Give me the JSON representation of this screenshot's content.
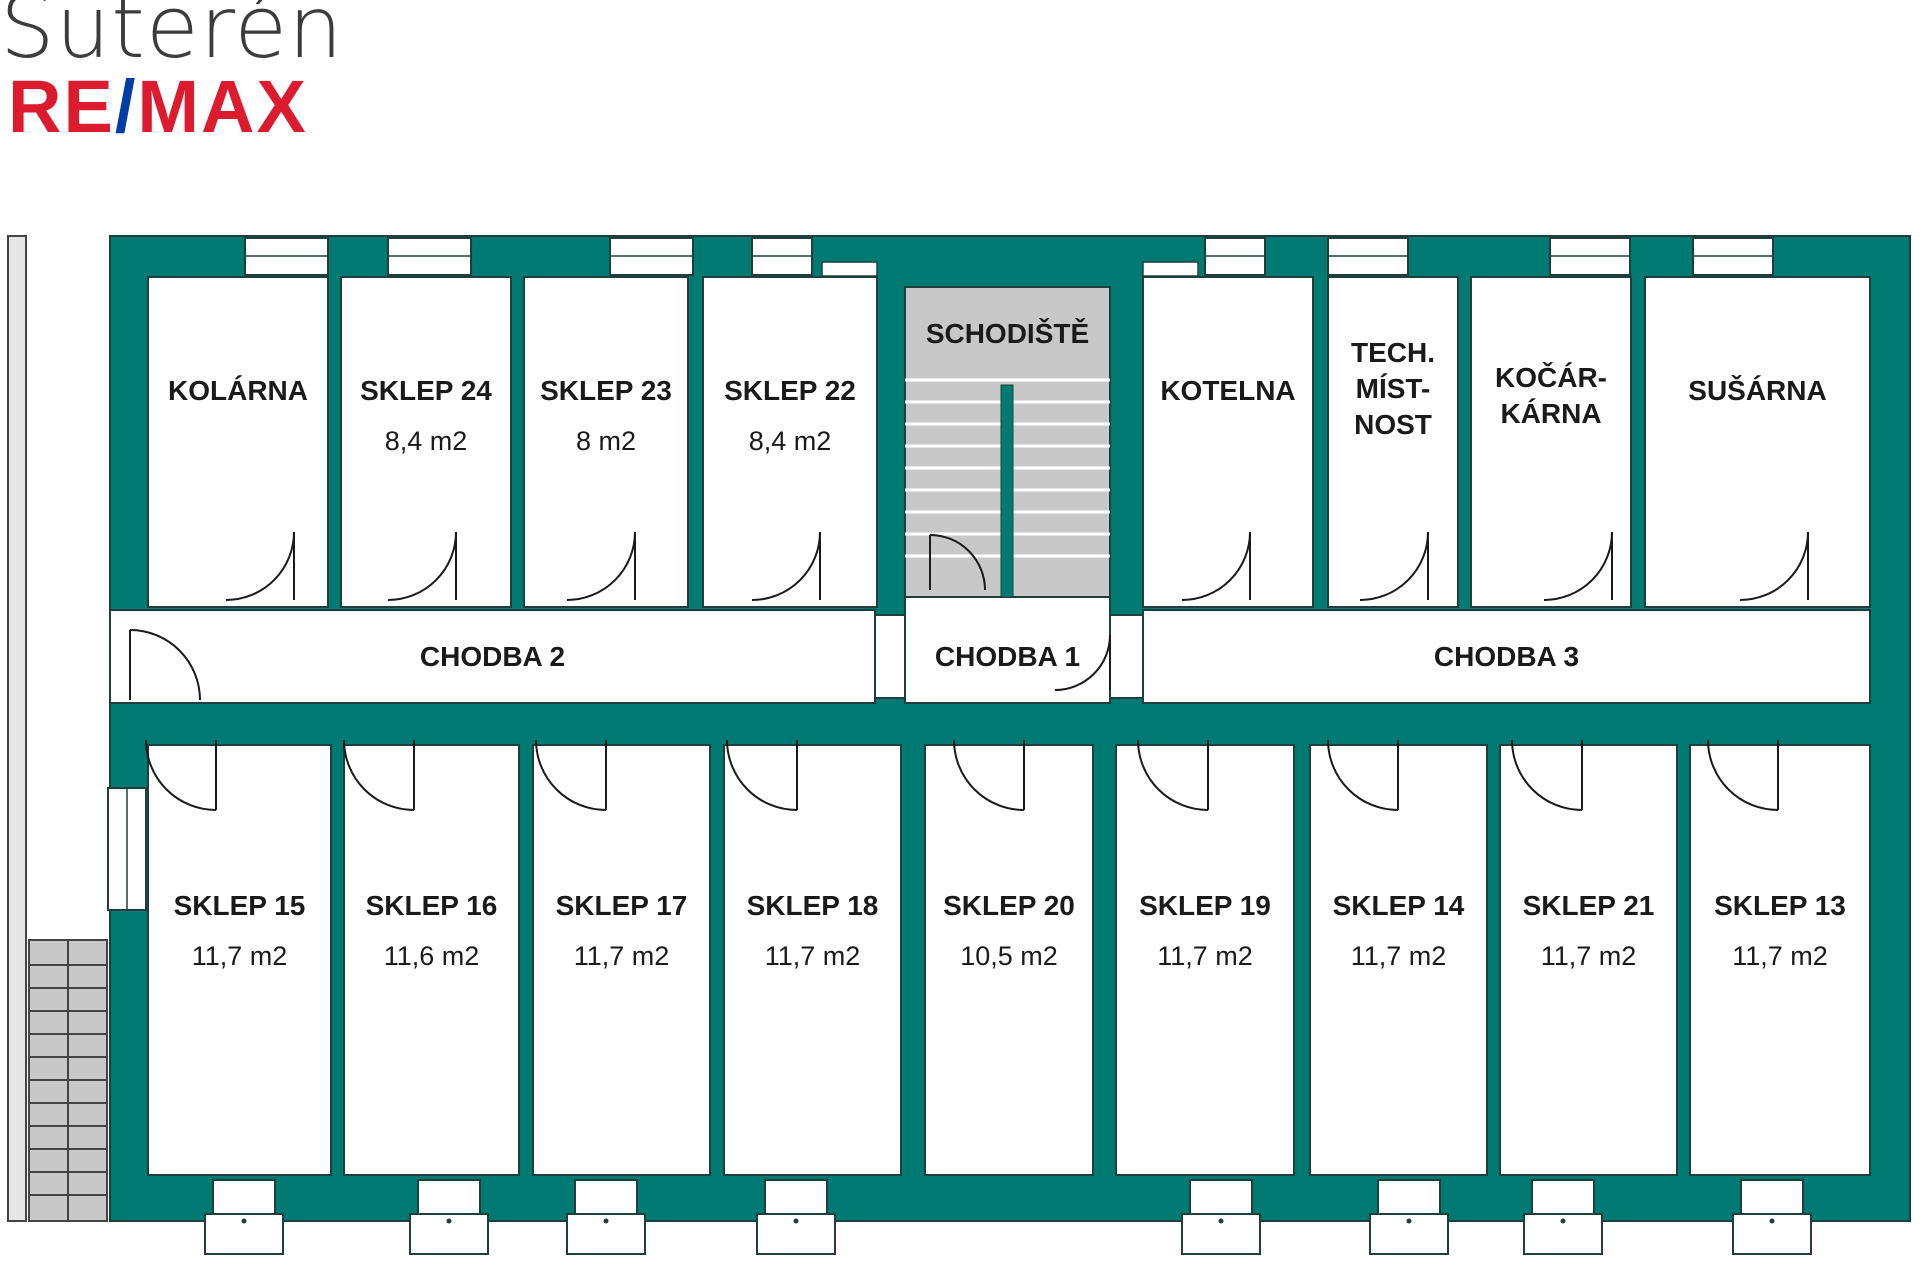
{
  "header": {
    "title": "Suterén",
    "brand": {
      "part1": "RE",
      "slash": "/",
      "part2": "MAX"
    }
  },
  "colors": {
    "wall": "#007a72",
    "room": "#ffffff",
    "stair": "#c8c8c8",
    "brand_red": "#dc1c2e",
    "brand_blue": "#003da5"
  },
  "rooms": [
    {
      "id": "kolarna",
      "lines": [
        "KOLÁRNA"
      ],
      "area": ""
    },
    {
      "id": "sklep-24",
      "lines": [
        "SKLEP 24"
      ],
      "area": "8,4 m2"
    },
    {
      "id": "sklep-23",
      "lines": [
        "SKLEP 23"
      ],
      "area": "8 m2"
    },
    {
      "id": "sklep-22",
      "lines": [
        "SKLEP 22"
      ],
      "area": "8,4 m2"
    },
    {
      "id": "schodiste",
      "lines": [
        "SCHODIŠTĚ"
      ],
      "area": ""
    },
    {
      "id": "kotelna",
      "lines": [
        "KOTELNA"
      ],
      "area": ""
    },
    {
      "id": "tech-mistnost",
      "lines": [
        "TECH.",
        "MÍST-",
        "NOST"
      ],
      "area": ""
    },
    {
      "id": "kocarkarna",
      "lines": [
        "KOČÁR-",
        "KÁRNA"
      ],
      "area": ""
    },
    {
      "id": "susarna",
      "lines": [
        "SUŠÁRNA"
      ],
      "area": ""
    },
    {
      "id": "chodba-2",
      "lines": [
        "CHODBA 2"
      ],
      "area": ""
    },
    {
      "id": "chodba-1",
      "lines": [
        "CHODBA 1"
      ],
      "area": ""
    },
    {
      "id": "chodba-3",
      "lines": [
        "CHODBA 3"
      ],
      "area": ""
    },
    {
      "id": "sklep-15",
      "lines": [
        "SKLEP 15"
      ],
      "area": "11,7 m2"
    },
    {
      "id": "sklep-16",
      "lines": [
        "SKLEP 16"
      ],
      "area": "11,6 m2"
    },
    {
      "id": "sklep-17",
      "lines": [
        "SKLEP 17"
      ],
      "area": "11,7 m2"
    },
    {
      "id": "sklep-18",
      "lines": [
        "SKLEP 18"
      ],
      "area": "11,7 m2"
    },
    {
      "id": "sklep-20",
      "lines": [
        "SKLEP 20"
      ],
      "area": "10,5 m2"
    },
    {
      "id": "sklep-19",
      "lines": [
        "SKLEP 19"
      ],
      "area": "11,7 m2"
    },
    {
      "id": "sklep-14",
      "lines": [
        "SKLEP 14"
      ],
      "area": "11,7 m2"
    },
    {
      "id": "sklep-21",
      "lines": [
        "SKLEP 21"
      ],
      "area": "11,7 m2"
    },
    {
      "id": "sklep-13",
      "lines": [
        "SKLEP 13"
      ],
      "area": "11,7 m2"
    }
  ]
}
